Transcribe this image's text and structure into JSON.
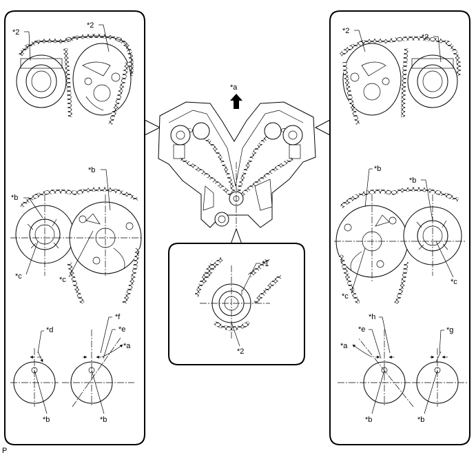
{
  "labels": {
    "a": "*a",
    "b": "*b",
    "c": "*c",
    "d": "*d",
    "e": "*e",
    "f": "*f",
    "g": "*g",
    "h": "*h",
    "n1": "*1",
    "n2": "*2"
  },
  "code": "P"
}
